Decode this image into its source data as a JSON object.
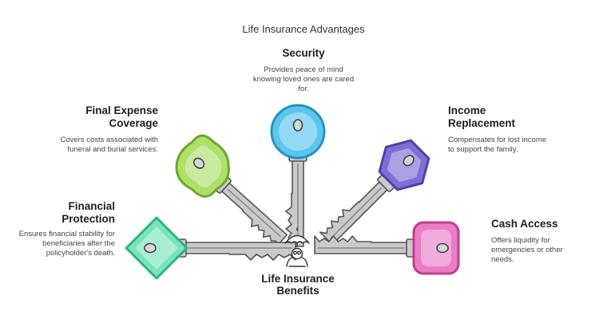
{
  "title": "Life Insurance Advantages",
  "center": {
    "label": "Life Insurance Benefits",
    "icon": "umbrella-person-icon"
  },
  "items": [
    {
      "id": "security",
      "heading": "Security",
      "description": "Provides peace of mind knowing loved ones are cared for.",
      "key_color": "#5cc6ee",
      "key_stroke": "#2592c2"
    },
    {
      "id": "income",
      "heading": "Income Replacement",
      "description": "Compensates for lost income to support the family.",
      "key_color": "#7e6ed6",
      "key_stroke": "#5240aa"
    },
    {
      "id": "cash",
      "heading": "Cash Access",
      "description": "Offers liquidity for emergencies or other needs.",
      "key_color": "#ea7ec6",
      "key_stroke": "#c03d8f"
    },
    {
      "id": "final-expense",
      "heading": "Final Expense Coverage",
      "description": "Covers costs associated with funeral and burial services.",
      "key_color": "#aee06a",
      "key_stroke": "#6fa732"
    },
    {
      "id": "financial-protection",
      "heading": "Financial Protection",
      "description": "Ensures financial stability for beneficiaries after the policyholder's death.",
      "key_color": "#79e3bb",
      "key_stroke": "#2eb27f"
    }
  ]
}
